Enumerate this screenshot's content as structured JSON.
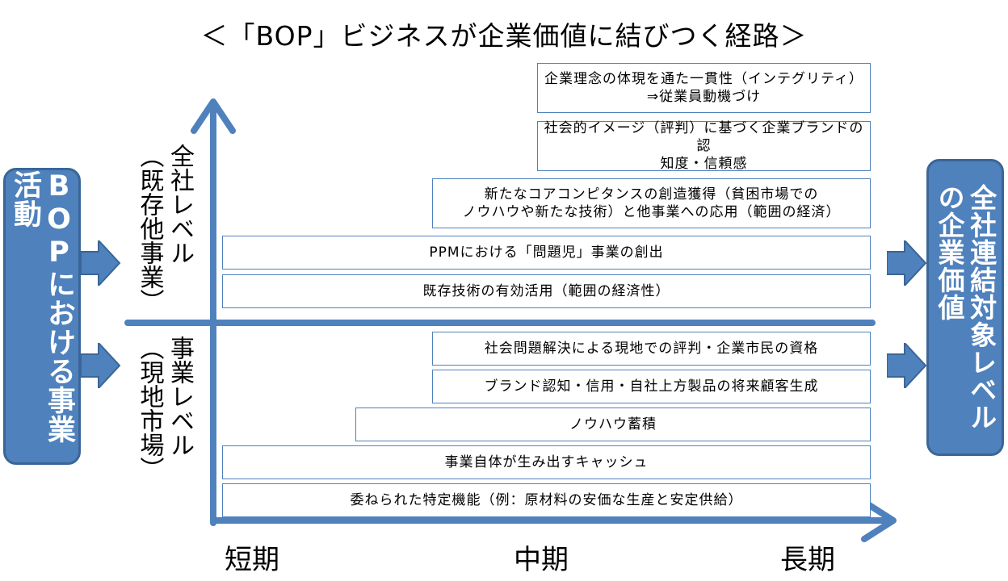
{
  "title": "＜「BOP」ビジネスが企業価値に結びつく経路＞",
  "left_box": "BOPにおける事業活動",
  "right_box": "全社連結対象レベル\nの企業価値",
  "levels": {
    "upper": "全社レベル\n（既存他事業）",
    "lower": "事業レベル\n（現地市場）"
  },
  "time_axis": [
    "短期",
    "中期",
    "長期"
  ],
  "bars": [
    "企業理念の体現を通た一貫性（インテグリティ）\n⇒従業員動機づけ",
    "社会的イメージ（評判）に基づく企業ブランドの認\n知度・信頼感",
    "新たなコアコンピタンスの創造獲得（貧困市場での\nノウハウや新たな技術）と他事業への応用（範囲の経済）",
    "PPMにおける「問題児」事業の創出",
    "既存技術の有効活用（範囲の経済性）",
    "社会問題解決による現地での評判・企業市民の資格",
    "ブランド認知・信用・自社上方製品の将来顧客生成",
    "ノウハウ蓄積",
    "事業自体が生み出すキャッシュ",
    "委ねられた特定機能（例：原材料の安価な生産と安定供給）"
  ],
  "colors": {
    "accent": "#4f81bd",
    "accent_dark": "#3a6697"
  }
}
